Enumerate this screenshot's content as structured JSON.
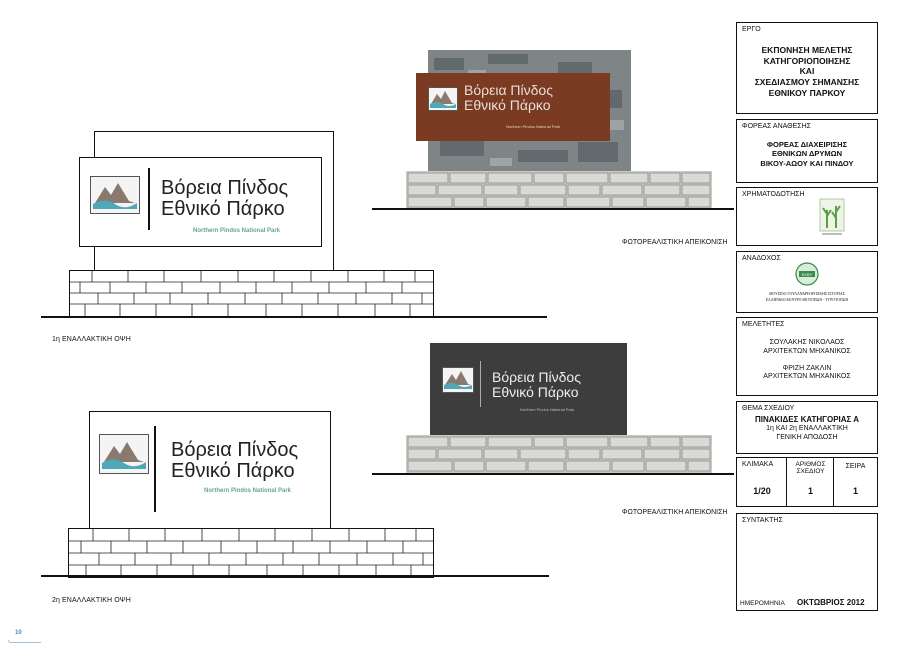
{
  "sign": {
    "title_line1": "Βόρεια Πίνδος",
    "title_line2": "Εθνικό Πάρκο",
    "subtitle": "Northern Pindos National Park"
  },
  "captions": {
    "alt1": "1η ΕΝΑΛΛΑΚΤΙΚΗ ΟΨΗ",
    "alt2": "2η ΕΝΑΛΛΑΚΤΙΚΗ ΟΨΗ",
    "photo1": "ΦΩΤΟΡΕΑΛΙΣΤΙΚΗ ΑΠΕΙΚΟΝΙΣΗ",
    "photo2": "ΦΩΤΟΡΕΑΛΙΣΤΙΚΗ ΑΠΕΙΚΟΝΙΣΗ"
  },
  "page_number": "10",
  "title_block": {
    "ergo_label": "ΕΡΓΟ",
    "ergo_lines": [
      "ΕΚΠΟΝΗΣΗ ΜΕΛΕΤΗΣ",
      "ΚΑΤΗΓΟΡΙΟΠΟΙΗΣΗΣ",
      "ΚΑΙ",
      "ΣΧΕΔΙΑΣΜΟΥ ΣΗΜΑΝΣΗΣ",
      "ΕΘΝΙΚΟΥ ΠΑΡΚΟΥ"
    ],
    "foreas_label": "ΦΟΡΕΑΣ ΑΝΑΘΕΣΗΣ",
    "foreas_lines": [
      "ΦΟΡΕΑΣ ΔΙΑΧΕΙΡΙΣΗΣ",
      "ΕΘΝΙΚΩΝ ΔΡΥΜΩΝ",
      "ΒΙΚΟΥ-ΑΩΟΥ ΚΑΙ ΠΙΝΔΟΥ"
    ],
    "funding_label": "ΧΡΗΜΑΤΟΔΟΤΗΣΗ",
    "contractor_label": "ΑΝΑΔΟΧΟΣ",
    "contractor_line1": "ΜΟΥΣΕΙΟ ΓΟΥΛΑΝΔΡΗ ΦΥΣΙΚΗΣ ΙΣΤΟΡΙΑΣ",
    "contractor_line2": "ΕΛΛΗΝΙΚΟ ΚΕΝΤΡΟ ΒΙΟΤΟΠΩΝ - ΥΓΡΟΤΟΠΩΝ",
    "designers_label": "ΜΕΛΕΤΗΤΕΣ",
    "designer1_name": "ΣΟΥΛΑΚΗΣ ΝΙΚΟΛΑΟΣ",
    "designer1_role": "ΑΡΧΙΤΕΚΤΩΝ ΜΗΧΑΝΙΚΟΣ",
    "designer2_name": "ΦΡΙΖΗ ΖΑΚΛΙΝ",
    "designer2_role": "ΑΡΧΙΤΕΚΤΩΝ  ΜΗΧΑΝΙΚΟΣ",
    "theme_label": "ΘΕΜΑ ΣΧΕΔΙΟΥ",
    "theme_line1": "ΠΙΝΑΚΙΔΕΣ ΚΑΤΗΓΟΡΙΑΣ Α",
    "theme_line2": "1η  ΚΑΙ 2η ΕΝΑΛΛΑΚΤΙΚΗ",
    "theme_line3": "ΓΕΝΙΚΗ ΑΠΟΔΟΣΗ",
    "scale_label": "ΚΛΙΜΑΚΑ",
    "scale_value": "1/20",
    "number_label_1": "ΑΡΙΘΜΟΣ",
    "number_label_2": "ΣΧΕΔΙΟΥ",
    "number_value": "1",
    "series_label": "ΣΕΙΡΑ",
    "series_value": "1",
    "author_label": "ΣΥΝΤΑΚΤΗΣ",
    "date_label": "ΗΜΕΡΟΜΗΝΙΑ",
    "date_value": "ΟΚΤΩΒΡΙΟΣ 2012"
  },
  "colors": {
    "rust": "#7a3b22",
    "dark_panel": "#3d3d3d",
    "stone": "#cfd0cc",
    "accent_green": "#6aa58a"
  }
}
